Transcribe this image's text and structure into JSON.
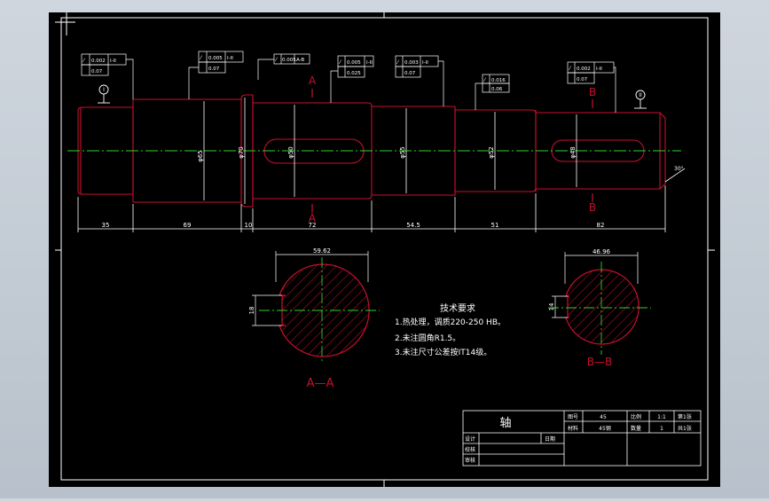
{
  "colors": {
    "part": "#c8102e",
    "dim": "#ffffff",
    "center": "#2fd12f",
    "hatch": "#c8102e",
    "background": "#000000",
    "frame": "#ffffff"
  },
  "dims_bottom": [
    "35",
    "69",
    "10",
    "72",
    "54.5",
    "51",
    "82"
  ],
  "dia_labels": [
    "φ65",
    "φ70",
    "φ50",
    "φ55",
    "φ52",
    "φ48"
  ],
  "section_a": {
    "label": "A—A",
    "width_dim": "59.62",
    "key_dim": "18"
  },
  "section_b": {
    "label": "B—B",
    "width_dim": "46.96",
    "key_dim": "14"
  },
  "cut_letters": {
    "a_top": "A",
    "a_bottom": "A",
    "b_top": "B",
    "b_bottom": "B"
  },
  "datums": {
    "left": "I",
    "right": "II"
  },
  "chamfer": "30°",
  "tolerances": [
    {
      "r1": "0.002",
      "r2": "0.07",
      "ref": "I-II"
    },
    {
      "r1": "0.005",
      "r2": "0.07",
      "ref": "I-II"
    },
    {
      "r1": "0.005",
      "ref": "A-B"
    },
    {
      "r1": "0.005",
      "r2": "0.025",
      "ref": "I-II"
    },
    {
      "r1": "0.003",
      "r2": "0.07",
      "ref": "I-II"
    },
    {
      "r1": "0.016",
      "r2": "0.06"
    },
    {
      "r1": "0.002",
      "r2": "0.07",
      "ref": "I-II"
    }
  ],
  "notes": {
    "title": "技术要求",
    "line1": "1.热处理，调质220-250 HB。",
    "line2": "2.未注圆角R1.5。",
    "line3": "3.未注尺寸公差按IT14级。"
  },
  "title_block": {
    "name": "轴",
    "h_tuhao": "图号",
    "v_tuhao": "45",
    "h_cailiao": "材料",
    "v_cailiao": "45钢",
    "h_bili": "比例",
    "v_bili": "1:1",
    "h_shuliang": "数量",
    "v_shuliang": "1",
    "h_sheet": "第1张",
    "h_total": "共1张",
    "h_sheji": "设计",
    "h_riqi": "日期",
    "h_jiaohe": "校核",
    "h_shenhe": "审核"
  }
}
